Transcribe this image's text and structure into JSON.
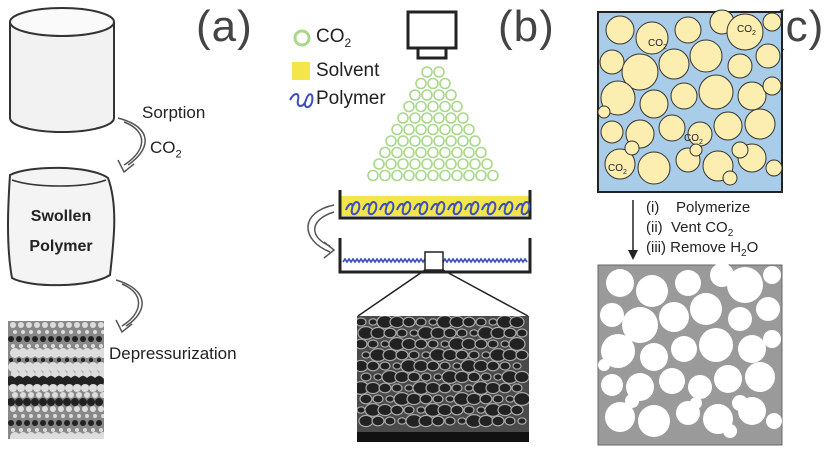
{
  "panels": {
    "a": {
      "label": "(a)",
      "sorption_label": "Sorption",
      "co2_label": "CO",
      "co2_sub": "2",
      "swollen_line1": "Swollen",
      "swollen_line2": "Polymer",
      "depressurization_label": "Depressurization"
    },
    "b": {
      "label": "(b)",
      "legend": [
        {
          "text": "CO",
          "sub": "2",
          "icon": "co2-circle-icon"
        },
        {
          "text": "Solvent",
          "sub": "",
          "icon": "solvent-square-icon"
        },
        {
          "text": "Polymer",
          "sub": "",
          "icon": "polymer-coil-icon"
        }
      ]
    },
    "c": {
      "label": "(c)",
      "co2_bubble_text": "CO",
      "co2_bubble_sub": "2",
      "steps": [
        {
          "num": "(i)",
          "text": "Polymerize",
          "sub": "",
          "tail": ""
        },
        {
          "num": "(ii)",
          "text": "Vent CO",
          "sub": "2",
          "tail": ""
        },
        {
          "num": "(iii)",
          "text": "Remove H",
          "sub": "2",
          "tail": "O"
        }
      ]
    }
  },
  "colors": {
    "co2_green": "#a8d88a",
    "solvent_yellow": "#f2e64a",
    "polymer_blue": "#3b4fc0",
    "bubble_fill": "#fbeeb0",
    "background_blue": "#a9cde8",
    "pore_gray": "#9a9a9a"
  }
}
